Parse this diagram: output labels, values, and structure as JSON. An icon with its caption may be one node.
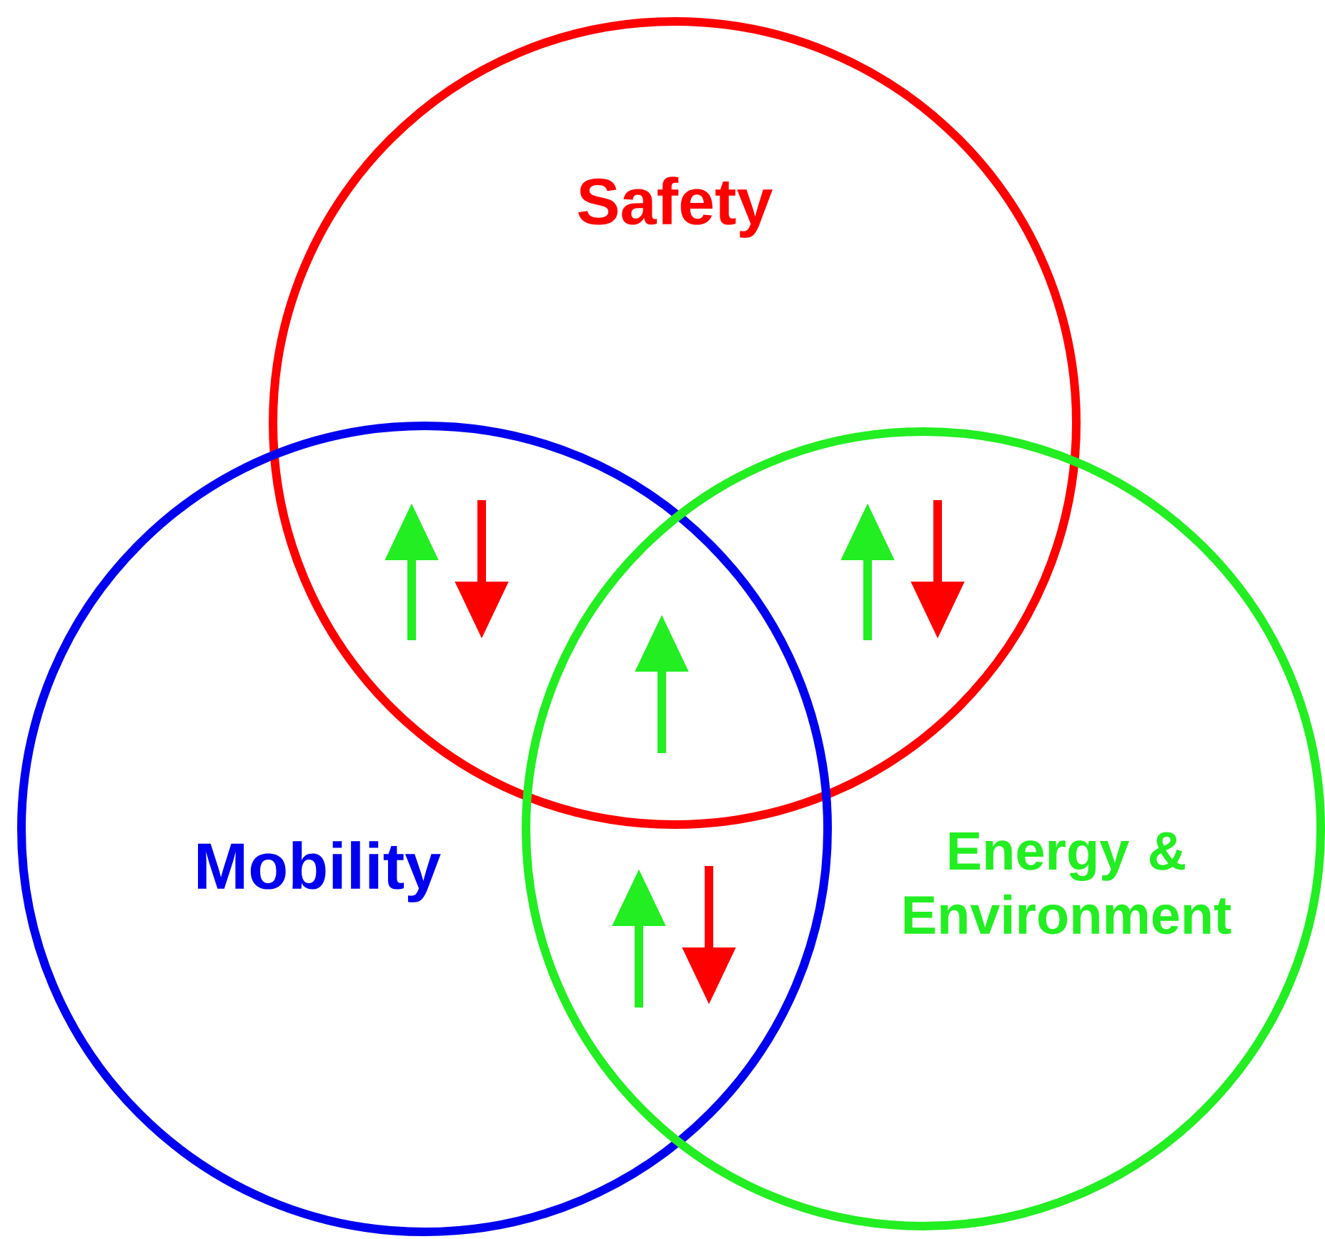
{
  "diagram": {
    "nodes": [
      {
        "text": [
          "Safety"
        ]
      },
      {
        "text": [
          "Mobility"
        ]
      },
      {
        "text": [
          "Energy & Environment"
        ]
      }
    ]
  }
}
